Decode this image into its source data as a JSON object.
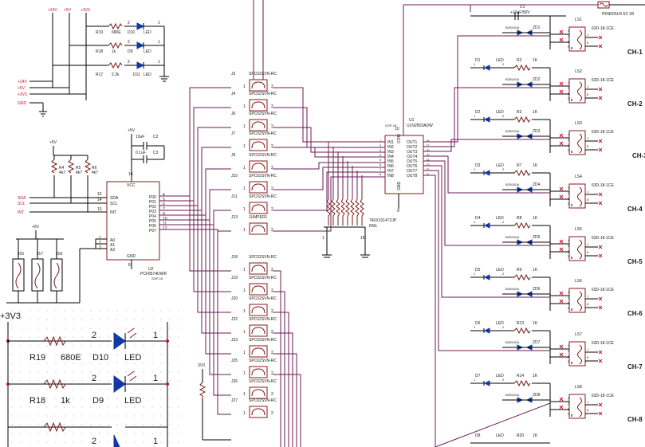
{
  "rails": {
    "r24": "+24V",
    "r5": "+5V",
    "r3v3": "+3V3",
    "gnd": "GND",
    "vcc5": "+5V",
    "big3v3": "+3V3",
    "small3v3": "3V3"
  },
  "leds_top": [
    {
      "ref": "R19",
      "val": "680E",
      "dref": "D10",
      "dval": "LED",
      "p2": "2",
      "p1": "1"
    },
    {
      "ref": "R18",
      "val": "1k",
      "dref": "D9",
      "dval": "LED",
      "p2": "2",
      "p1": "1"
    },
    {
      "ref": "R17",
      "val": "2.2k",
      "dref": "D11",
      "dval": "LED",
      "p2": "2",
      "p1": "1"
    }
  ],
  "leds_zoom": [
    {
      "ref": "R19",
      "val": "680E",
      "dref": "D10",
      "dval": "LED",
      "p2": "2",
      "p1": "1"
    },
    {
      "ref": "R18",
      "val": "1k",
      "dref": "D9",
      "dval": "LED",
      "p2": "2",
      "p1": "1"
    },
    {
      "ref": "",
      "val": "",
      "dref": "",
      "dval": "",
      "p2": "2",
      "p1": "1"
    }
  ],
  "pullups": [
    {
      "ref": "R4",
      "val": "4k7"
    },
    {
      "ref": "R5",
      "val": "4k7"
    },
    {
      "ref": "R6",
      "val": "4k7"
    }
  ],
  "signals": [
    "SDA",
    "SCL",
    "INT"
  ],
  "caps": {
    "c2": "C2",
    "c2v": "10uF",
    "c3": "C3",
    "c3v": "0.1uF"
  },
  "u2": {
    "ref": "U2",
    "part": "PCF8574DWR",
    "pkg": "SOP-16",
    "vcc": "VCC",
    "gnd": "GND",
    "left_pins": [
      {
        "num": "15",
        "name": "SDA"
      },
      {
        "num": "14",
        "name": "SCL"
      },
      {
        "num": "13",
        "name": "INT"
      },
      {
        "num": "1",
        "name": "A0"
      },
      {
        "num": "2",
        "name": "A1"
      },
      {
        "num": "3",
        "name": "A2"
      }
    ],
    "right_pins": [
      {
        "num": "4",
        "name": "P00"
      },
      {
        "num": "5",
        "name": "P01"
      },
      {
        "num": "6",
        "name": "P02"
      },
      {
        "num": "7",
        "name": "P03"
      },
      {
        "num": "9",
        "name": "P04"
      },
      {
        "num": "10",
        "name": "P05"
      },
      {
        "num": "11",
        "name": "P06"
      },
      {
        "num": "12",
        "name": "P07"
      }
    ],
    "vcc_pin": "16",
    "gnd_pin": "8"
  },
  "addr_switches": [
    "J16",
    "J17",
    "J18"
  ],
  "jumpers": [
    {
      "ref": "J3",
      "part": "SPC02SVN-RC"
    },
    {
      "ref": "J4",
      "part": "SPC02SVN-RC"
    },
    {
      "ref": "J6",
      "part": "SPC02SVN-RC"
    },
    {
      "ref": "J7",
      "part": "SPC02SVN-RC"
    },
    {
      "ref": "J9",
      "part": "SPC02SVN-RC"
    },
    {
      "ref": "J10",
      "part": "SPC02SVN-RC"
    },
    {
      "ref": "J11",
      "part": "SPC02SVN-RC"
    },
    {
      "ref": "J13",
      "part": "JUMPER1"
    },
    {
      "ref": "J18",
      "part": "SPC02SVN-RC"
    },
    {
      "ref": "J19",
      "part": "SPC02SVN-RC"
    },
    {
      "ref": "J20",
      "part": "SPC02SVN-RC"
    },
    {
      "ref": "J22",
      "part": "SPC02SVN-RC"
    },
    {
      "ref": "J23",
      "part": "SPC02SVN-RC"
    },
    {
      "ref": "J25",
      "part": "SPC02SVN-RC"
    },
    {
      "ref": "J26",
      "part": "SPC02SVN-RC"
    },
    {
      "ref": "J27",
      "part": "SPC02SVN-RC"
    }
  ],
  "u1": {
    "ref": "U1",
    "part": "ULN2803ADW",
    "pkg": "SOP-18",
    "ins": [
      "IN1",
      "IN2",
      "IN3",
      "IN4",
      "IN5",
      "IN6",
      "IN7",
      "IN8"
    ],
    "outs": [
      "OUT1",
      "OUT2",
      "OUT3",
      "OUT4",
      "OUT5",
      "OUT6",
      "OUT7",
      "OUT8"
    ],
    "in_nums": [
      "1",
      "2",
      "3",
      "4",
      "5",
      "6",
      "7",
      "8"
    ],
    "out_nums": [
      "18",
      "17",
      "16",
      "15",
      "14",
      "13",
      "12",
      "11"
    ],
    "gnd": "GND",
    "com": "COM",
    "gnd_pin": "9",
    "com_pin": "10"
  },
  "rn1": {
    "ref": "RN1",
    "part": "740X101472JP",
    "p1": "1",
    "p16": "16"
  },
  "c1": {
    "ref": "C1",
    "val": "+10uF/50V"
  },
  "fuse": {
    "part": "PKN505LR-52-1R"
  },
  "channels": [
    {
      "ch": "CH-1",
      "ls": "LS1",
      "dled": "",
      "rref": "",
      "zener": "BZB100A",
      "zd": "ZD1"
    },
    {
      "ch": "CH-2",
      "ls": "LS2",
      "dled": "D1",
      "rref": "R2",
      "zener": "BZB100A",
      "zd": "ZD2"
    },
    {
      "ch": "CH-3",
      "ls": "LS3",
      "dled": "D2",
      "rref": "R3",
      "zener": "BZB100A",
      "zd": "ZD3"
    },
    {
      "ch": "CH-4",
      "ls": "LS4",
      "dled": "D3",
      "rref": "R7",
      "zener": "BZB100A",
      "zd": "ZD4"
    },
    {
      "ch": "CH-5",
      "ls": "LS5",
      "dled": "D4",
      "rref": "R8",
      "zener": "BZB100A",
      "zd": "ZD5"
    },
    {
      "ch": "CH-6",
      "ls": "LS6",
      "dled": "D5",
      "rref": "R9",
      "zener": "BZB100A",
      "zd": "ZD6"
    },
    {
      "ch": "CH-7",
      "ls": "LS7",
      "dled": "D6",
      "rref": "R13",
      "zener": "BZB100A",
      "zd": "ZD7"
    },
    {
      "ch": "CH-8",
      "ls": "LS8",
      "dled": "D7",
      "rref": "R14",
      "zener": "BZB100A",
      "zd": "ZD8"
    }
  ],
  "bottom_led": {
    "dref": "D8",
    "rref": "R20"
  },
  "relay_part": "63D-18-1CE",
  "led_text": "LED",
  "r_val": "1K",
  "pin_nums": {
    "p1": "1",
    "p2": "2",
    "p3": "3",
    "p4": "4",
    "p5": "5",
    "p6": "6",
    "p8": "8"
  }
}
